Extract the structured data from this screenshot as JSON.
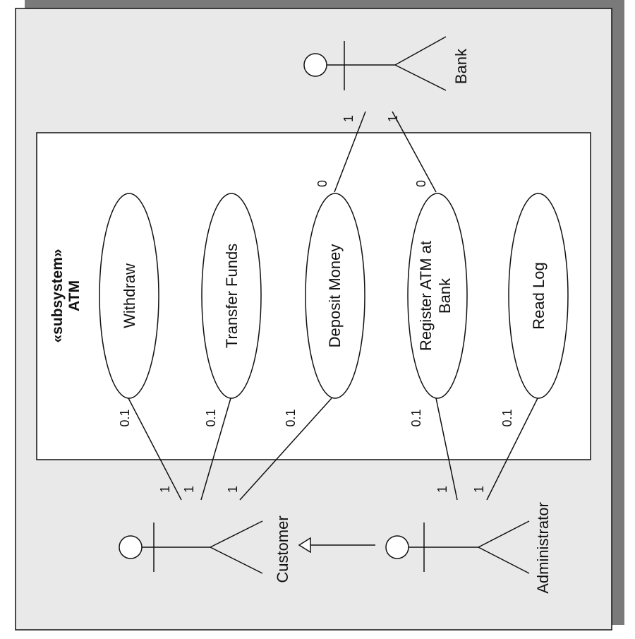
{
  "subsystem": {
    "stereotype": "«subsystem»",
    "name": "ATM"
  },
  "actors": {
    "bank": "Bank",
    "customer": "Customer",
    "administrator": "Administrator"
  },
  "use_cases": {
    "withdraw": "Withdraw",
    "transfer": "Transfer Funds",
    "deposit": "Deposit Money",
    "register_line1": "Register ATM at",
    "register_line2": "Bank",
    "readlog": "Read Log"
  },
  "multiplicities": {
    "withdraw_uc": "0.1",
    "withdraw_actor": "1",
    "transfer_uc": "0.1",
    "transfer_actor": "1",
    "deposit_uc": "0.1",
    "deposit_actor": "1",
    "deposit_bank_uc": "0",
    "deposit_bank_actor": "1",
    "register_uc": "0.1",
    "register_actor": "1",
    "register_bank_uc": "0",
    "register_bank_actor": "1",
    "readlog_uc": "0.1",
    "readlog_actor": "1"
  },
  "colors": {
    "frame_bg": "#e9e9e9",
    "shadow": "#7a7a7a",
    "subsystem_bg": "#ffffff",
    "stroke": "#111111"
  }
}
